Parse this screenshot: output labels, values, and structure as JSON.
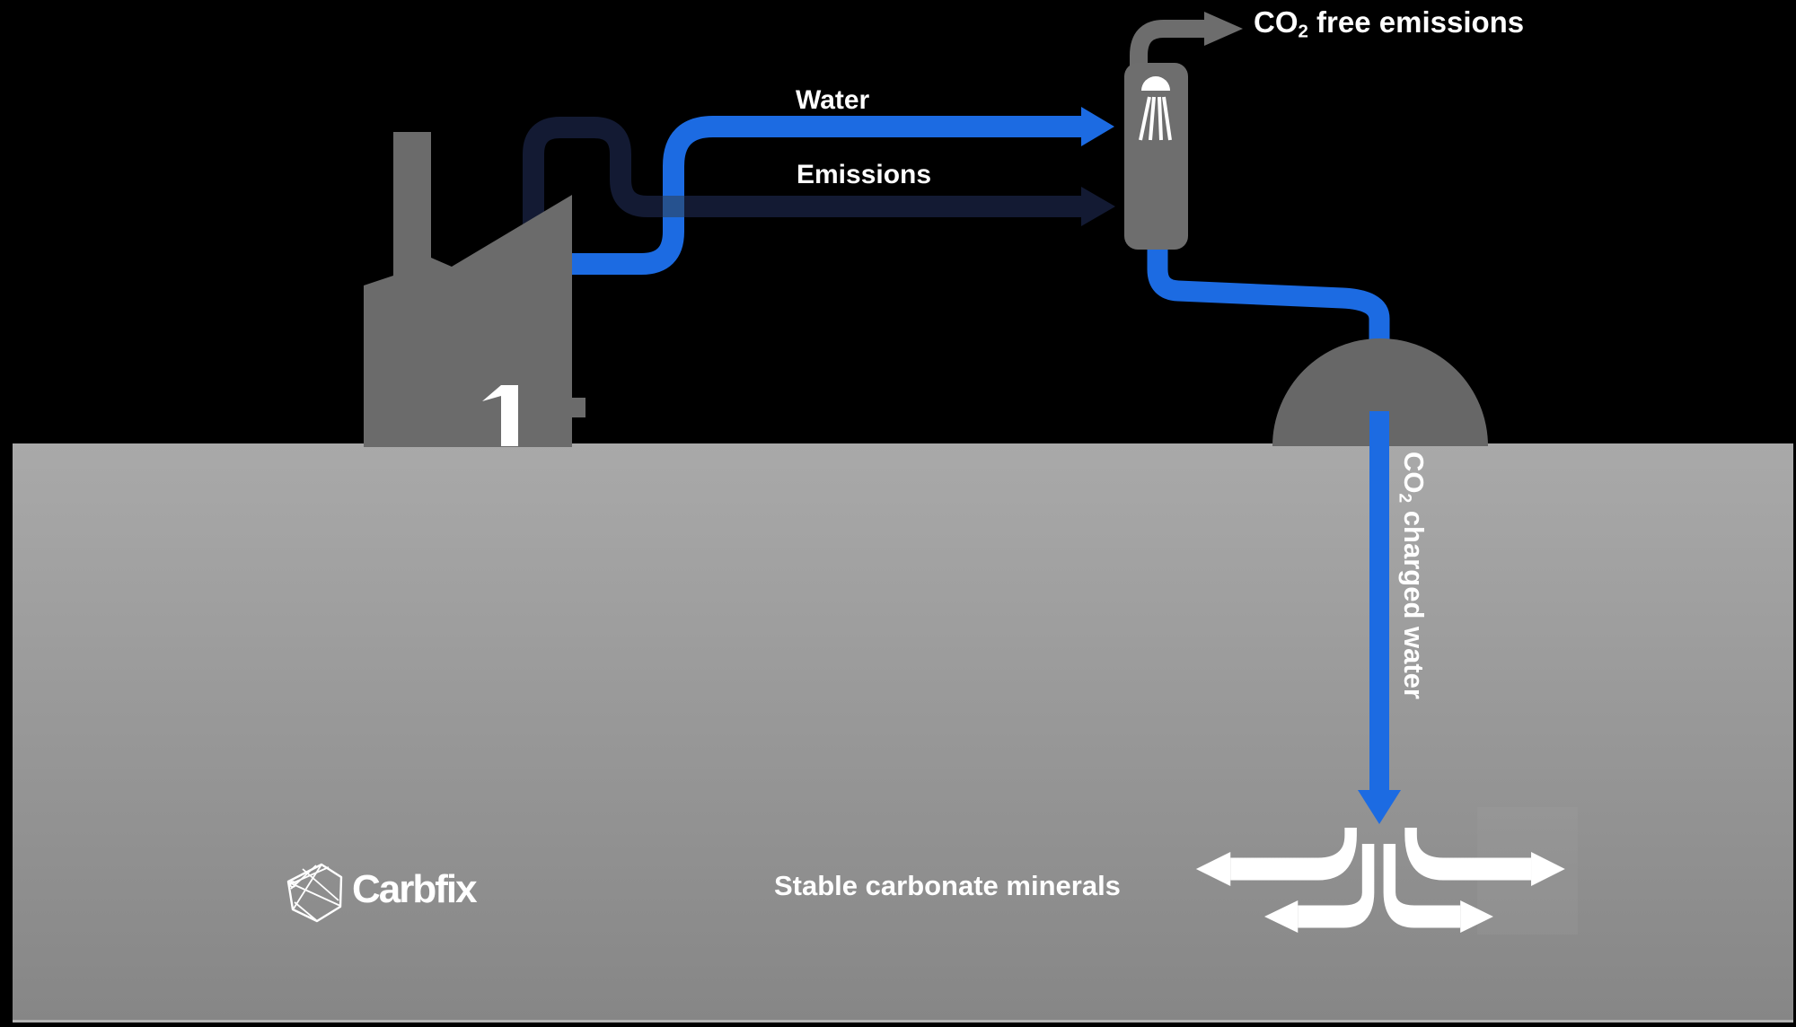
{
  "labels": {
    "water": "Water",
    "emissions": "Emissions",
    "co2_free_prefix": "CO",
    "co2_free_sub": "2",
    "co2_free_rest": " free emissions",
    "co2_charged_prefix": "CO",
    "co2_charged_sub": "2",
    "co2_charged_rest": " charged water",
    "stable_minerals": "Stable carbonate minerals"
  },
  "brand": {
    "wordmark": "Carbfix"
  },
  "colors": {
    "background": "#000000",
    "water_blue": "#1c6be2",
    "emissions_navy": "#131a33",
    "pipe_crossing_blend": "#26528f",
    "factory_gray": "#6b6b6b",
    "tower_gray": "#6e6e6e",
    "exhaust_gray": "#6d6d6d",
    "dome_gray": "#676767",
    "ground_top": "#a9a9a9",
    "ground_bottom": "#868686",
    "text_white": "#ffffff"
  },
  "icons": {
    "factory": "factory-silhouette-icon",
    "scrubber_tower": "scrubber-tower-icon",
    "shower": "shower-head-icon",
    "exhaust_arrow": "co2-free-exhaust-arrow-icon",
    "injection_dome": "injection-wellhead-dome-icon",
    "down_arrow": "co2-charged-water-arrow-icon",
    "spread_arrows": "mineral-spread-arrows-icon",
    "logo": "carbfix-hexagon-logo-icon"
  }
}
